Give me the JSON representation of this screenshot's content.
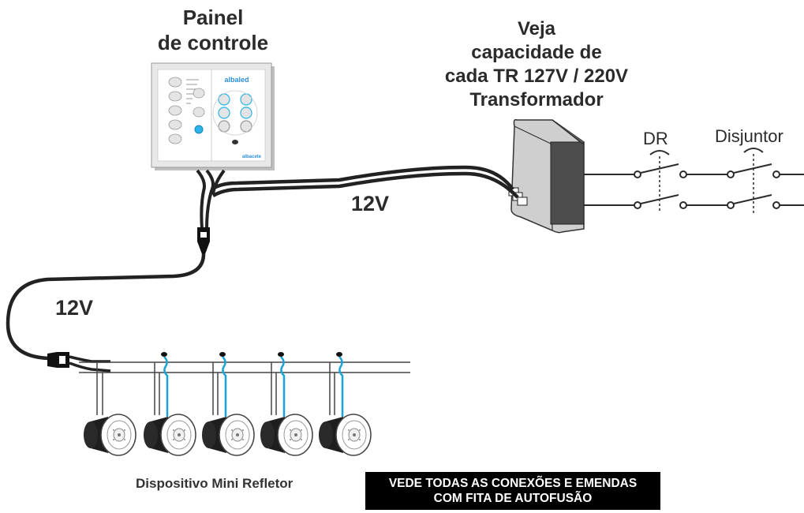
{
  "labels": {
    "panel_title": [
      "Painel",
      "de controle"
    ],
    "transformer_title": [
      "Veja",
      "capacidade de",
      "cada TR 127V / 220V",
      "Transformador"
    ],
    "voltage_upper": "12V",
    "voltage_lower": "12V",
    "dr": "DR",
    "disjuntor": "Disjuntor",
    "device": "Dispositivo Mini Refletor",
    "warning": [
      "VEDE TODAS AS CONEXÕES E EMENDAS",
      "COM FITA DE AUTOFUSÃO"
    ]
  },
  "panel_logo": "albaled",
  "panel_brand": "albacete",
  "device_count": 5,
  "colors": {
    "cable": "#222222",
    "signal_wire": "#1aa3d9",
    "text": "#2b2b2b",
    "transformer_body": "#d9d9d9",
    "transformer_core": "#555555",
    "warning_bg": "#000000",
    "warning_text": "#ffffff",
    "logo_blue": "#2b8fd6"
  }
}
